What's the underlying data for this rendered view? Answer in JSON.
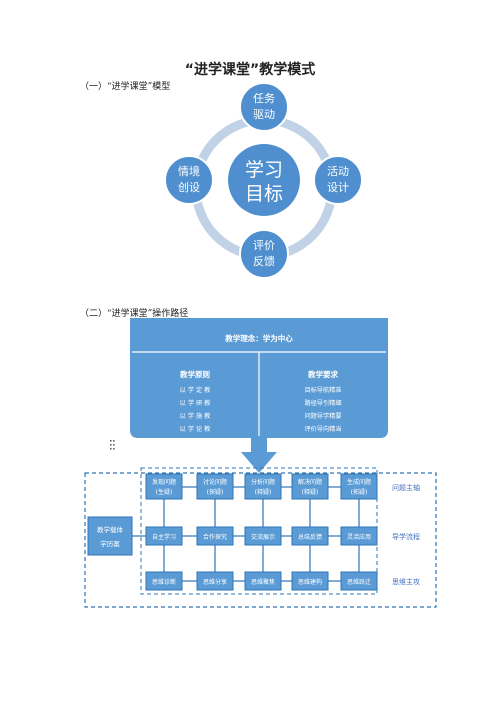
{
  "doc_title": "“进学课堂”教学模式",
  "section1": {
    "heading": "（一）“进学课堂”模型",
    "center": [
      "学习",
      "目标"
    ],
    "nodes": {
      "top": [
        "任务",
        "驱动"
      ],
      "right": [
        "活动",
        "设计"
      ],
      "bottom": [
        "评价",
        "反馈"
      ],
      "left": [
        "情境",
        "创设"
      ]
    }
  },
  "section2": {
    "heading": "（二）“进学课堂”操作路径",
    "concept": "教学理念：学为中心",
    "principles": {
      "title": "教学原则",
      "items": [
        "以 学 定 教",
        "以 学 研 教",
        "以 学 施 教",
        "以 学 论 教"
      ]
    },
    "requirements": {
      "title": "教学要求",
      "items": [
        "目标导航精准",
        "路径导引精细",
        "问题导学精要",
        "评价导向精当"
      ]
    },
    "carrier": [
      "教学载体",
      "学历案"
    ],
    "row1": [
      [
        "发现问题",
        "(生疑)"
      ],
      [
        "讨论问题",
        "(探疑)"
      ],
      [
        "分析问题",
        "(释疑)"
      ],
      [
        "解决问题",
        "(释疑)"
      ],
      [
        "生成问题",
        "(拓疑)"
      ]
    ],
    "row2": [
      "自主学习",
      "合作探究",
      "交流展示",
      "总结反馈",
      "灵活应用"
    ],
    "row3": [
      "思维诊断",
      "思维分享",
      "思维聚焦",
      "思维建构",
      "思维跃迁"
    ],
    "side_labels": [
      "问题主轴",
      "导学流程",
      "思维主攻"
    ]
  },
  "colors": {
    "node_blue": "#4f8fcf",
    "ring": "#c2d2e6",
    "panel_blue": "#5b9bd5",
    "border_blue": "#2e75b6",
    "side_text": "#4472c4"
  }
}
